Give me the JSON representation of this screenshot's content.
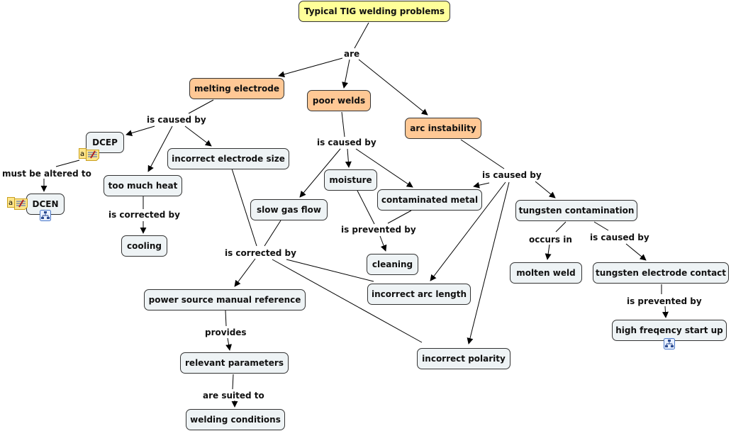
{
  "title": "Typical TIG welding problems",
  "concepts": {
    "root": "Typical TIG welding problems",
    "melting_electrode": "melting electrode",
    "poor_welds": "poor welds",
    "arc_instability": "arc instability",
    "dcep": "DCEP",
    "dcen": "DCEN",
    "incorrect_electrode_size": "incorrect electrode size",
    "too_much_heat": "too much heat",
    "cooling": "cooling",
    "moisture": "moisture",
    "contaminated_metal": "contaminated metal",
    "slow_gas_flow": "slow gas flow",
    "cleaning": "cleaning",
    "incorrect_arc_length": "incorrect arc length",
    "incorrect_polarity": "incorrect polarity",
    "power_source_manual_reference": "power source manual reference",
    "relevant_parameters": "relevant parameters",
    "welding_conditions": "welding conditions",
    "tungsten_contamination": "tungsten contamination",
    "molten_weld": "molten weld",
    "tungsten_electrode_contact": "tungsten electrode contact",
    "high_freqency_start_up": "high freqency start up"
  },
  "linking_phrases": {
    "are": "are",
    "melting_is_caused_by": "is caused by",
    "poor_is_caused_by": "is caused by",
    "arc_is_caused_by": "is caused by",
    "must_be_altered_to": "must be altered to",
    "heat_is_corrected_by": "is corrected by",
    "gas_is_corrected_by": "is corrected by",
    "is_prevented_by": "is prevented by",
    "provides": "provides",
    "are_suited_to": "are suited to",
    "occurs_in": "occurs in",
    "tungsten_is_caused_by": "is caused by",
    "contact_is_prevented_by": "is prevented by"
  },
  "icons": {
    "dcep_note": "annotation-note-icon",
    "dcen_note": "annotation-note-icon",
    "dcen_submap": "concept-map-link-icon",
    "hf_submap": "concept-map-link-icon"
  },
  "colors": {
    "root_fill": "#ffff99",
    "category_fill": "#ffc895",
    "concept_fill": "#eef3f5",
    "border": "#333333"
  }
}
